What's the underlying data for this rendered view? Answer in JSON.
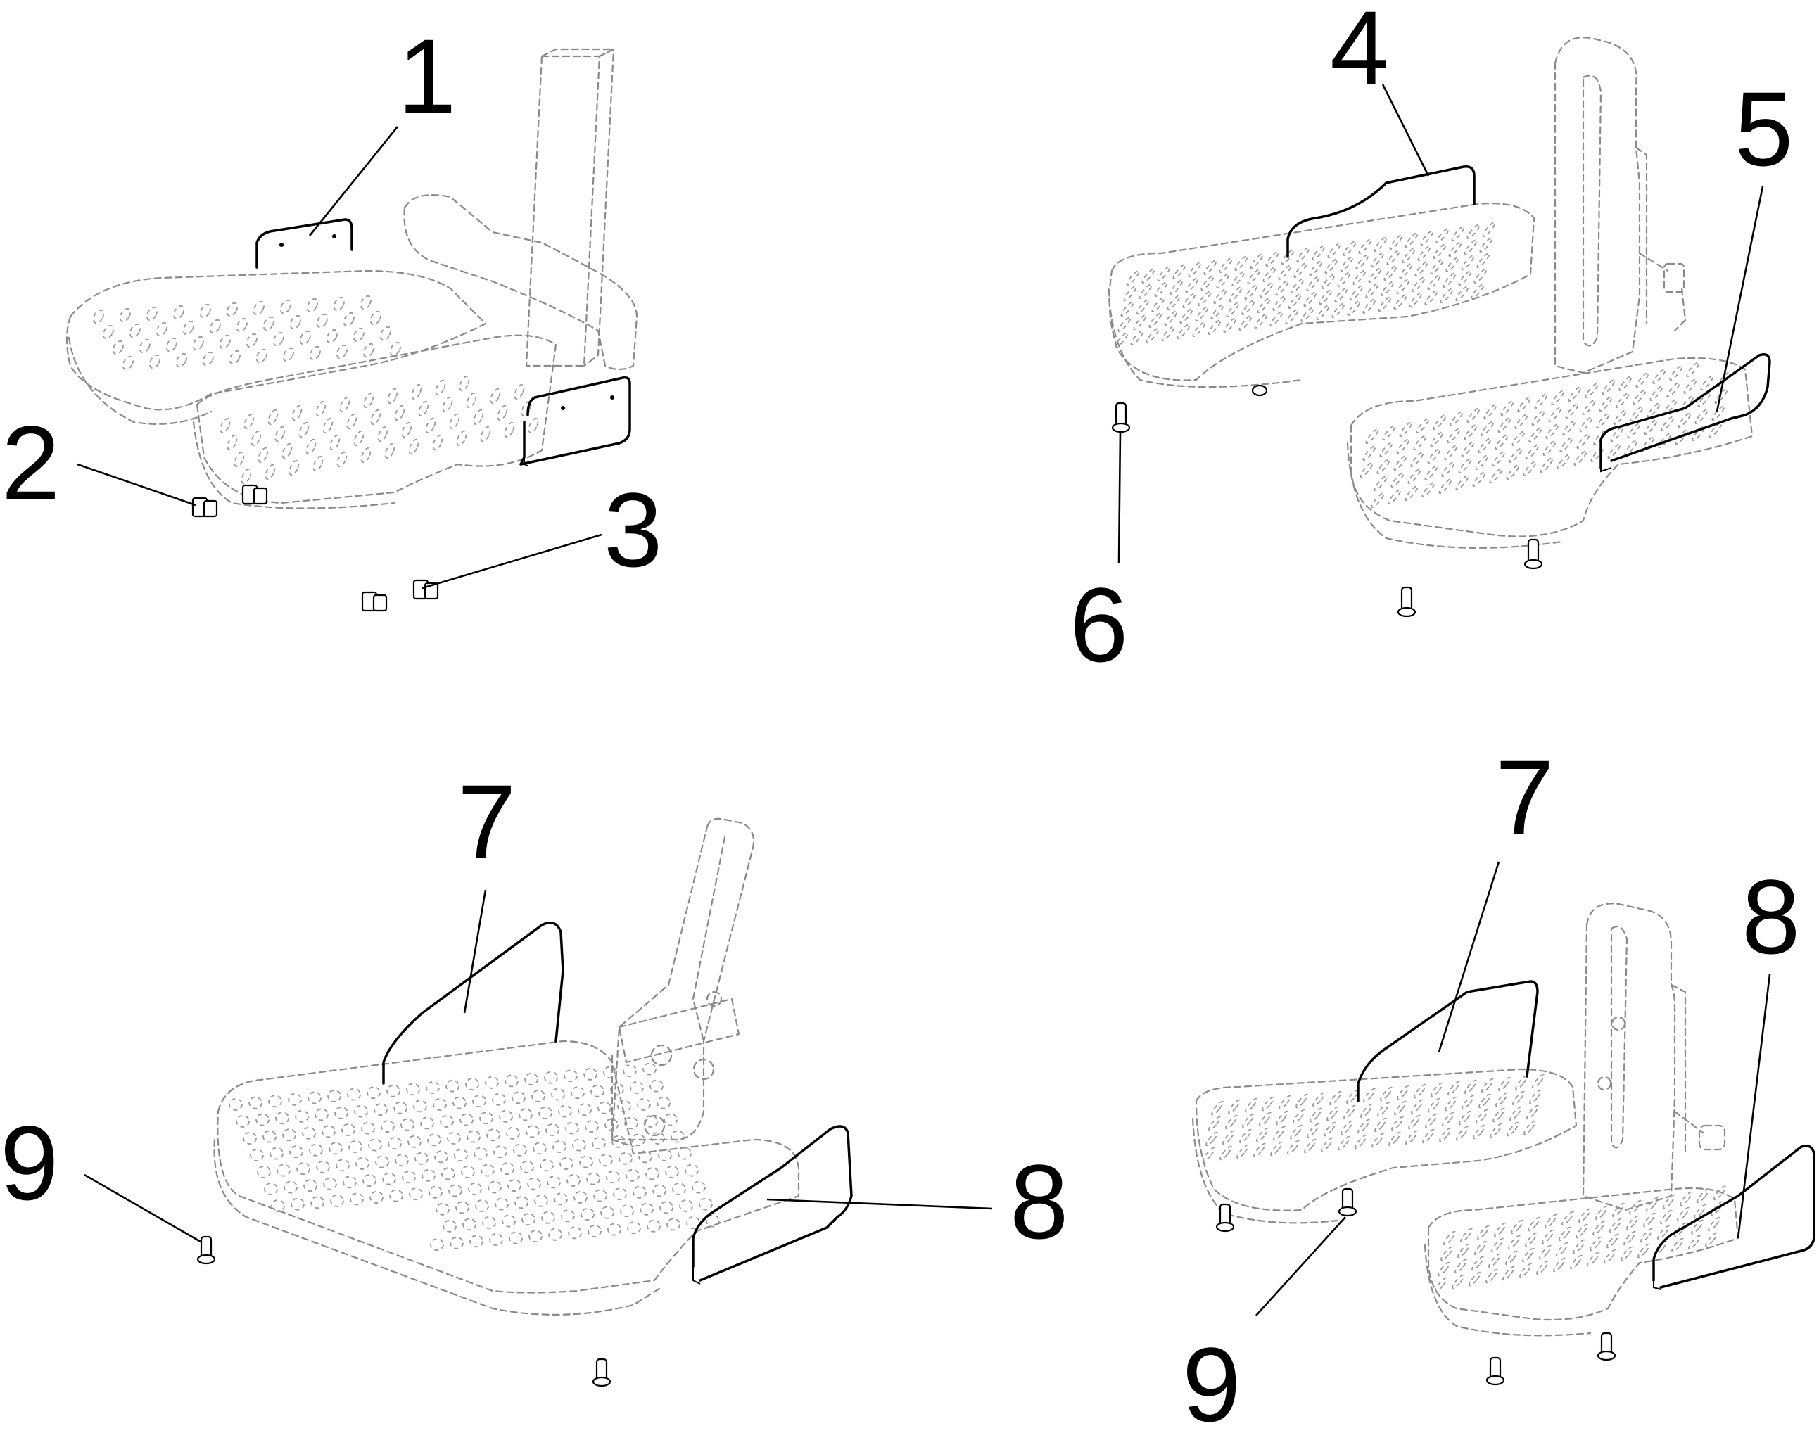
{
  "diagram": {
    "views": [
      {
        "id": "view-top-left",
        "callouts": [
          {
            "id": "c1",
            "label": "1"
          },
          {
            "id": "c2",
            "label": "2"
          },
          {
            "id": "c3",
            "label": "3"
          }
        ]
      },
      {
        "id": "view-top-right",
        "callouts": [
          {
            "id": "c4",
            "label": "4"
          },
          {
            "id": "c5",
            "label": "5"
          },
          {
            "id": "c6",
            "label": "6"
          }
        ]
      },
      {
        "id": "view-bottom-left",
        "callouts": [
          {
            "id": "c7a",
            "label": "7"
          },
          {
            "id": "c8a",
            "label": "8"
          },
          {
            "id": "c9a",
            "label": "9"
          }
        ]
      },
      {
        "id": "view-bottom-right",
        "callouts": [
          {
            "id": "c7b",
            "label": "7"
          },
          {
            "id": "c8b",
            "label": "8"
          },
          {
            "id": "c9b",
            "label": "9"
          }
        ]
      }
    ],
    "colors": {
      "highlight_part": "#000000",
      "context_part": "#8a8a8a",
      "background": "#ffffff"
    }
  }
}
